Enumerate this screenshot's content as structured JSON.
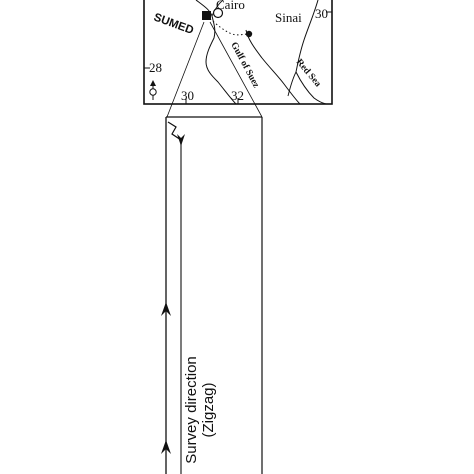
{
  "map": {
    "labels": {
      "city": "Cairo",
      "region": "Sinai",
      "pipeline": "SUMED",
      "gulf": "Gulf of Suez",
      "sea": "Red Sea"
    },
    "latitude_ticks": [
      "30",
      "28"
    ],
    "longitude_ticks": [
      "30",
      "32"
    ],
    "north_arrow_icon": "north-arrow-icon"
  },
  "survey_strip": {
    "label_line1": "Survey direction",
    "label_line2": "(Zigzag)",
    "arrow_icon": "up-arrow-icon"
  },
  "colors": {
    "ink": "#111111",
    "background": "#ffffff"
  }
}
